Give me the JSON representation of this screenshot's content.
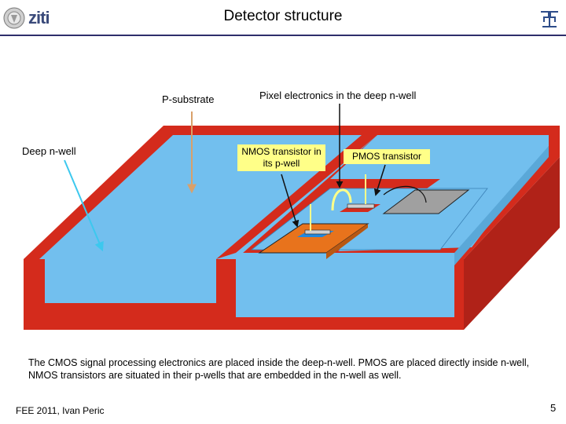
{
  "header": {
    "title": "Detector structure",
    "logo_text": "ziti"
  },
  "diagram": {
    "labels": {
      "p_substrate": "P-substrate",
      "deep_nwell": "Deep n-well",
      "pixel_electronics": "Pixel electronics in the deep n-well",
      "nmos": "NMOS transistor in its p-well",
      "pmos": "PMOS transistor"
    },
    "colors": {
      "substrate": "#d42b1c",
      "nwell": "#72bfee",
      "pwell": "#e8731c",
      "pixel_pad": "#a0a0a0",
      "arrow_orange": "#d9a06a",
      "arrow_cyan": "#3cc8ee",
      "highlight": "#ffff88"
    }
  },
  "body": {
    "paragraph": "The CMOS signal processing electronics are placed inside the deep-n-well. PMOS are placed directly inside n-well, NMOS transistors are situated in their p-wells that are embedded in the n-well as well."
  },
  "footer": {
    "author": "FEE 2011, Ivan Peric",
    "page": "5"
  }
}
